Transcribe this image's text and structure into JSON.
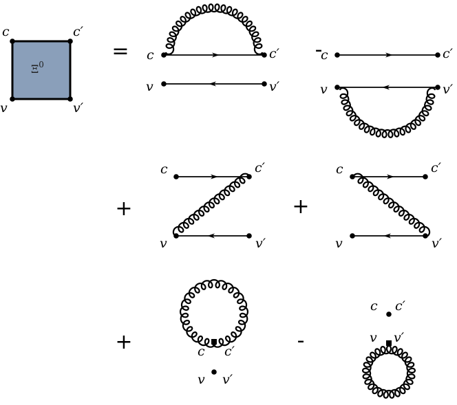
{
  "block": {
    "symbol": "Ξ",
    "superscript": "0",
    "fill_color": "#8a9fba"
  },
  "labels": {
    "c": "c",
    "cp": "c′",
    "v": "v",
    "vp": "v′"
  },
  "operators": {
    "equals": "=",
    "minus": "-",
    "plus": "+"
  },
  "terms": [
    {
      "sign": "=",
      "type": "self-energy-gluon-on-conduction-line"
    },
    {
      "sign": "-",
      "type": "self-energy-gluon-on-valence-line"
    },
    {
      "sign": "+",
      "type": "exchange-gluon-c'-to-v"
    },
    {
      "sign": "+",
      "type": "exchange-gluon-c-to-v'"
    },
    {
      "sign": "+",
      "type": "tadpole-gluon-loop-at-c-vertex"
    },
    {
      "sign": "-",
      "type": "tadpole-gluon-loop-at-v-vertex"
    }
  ]
}
